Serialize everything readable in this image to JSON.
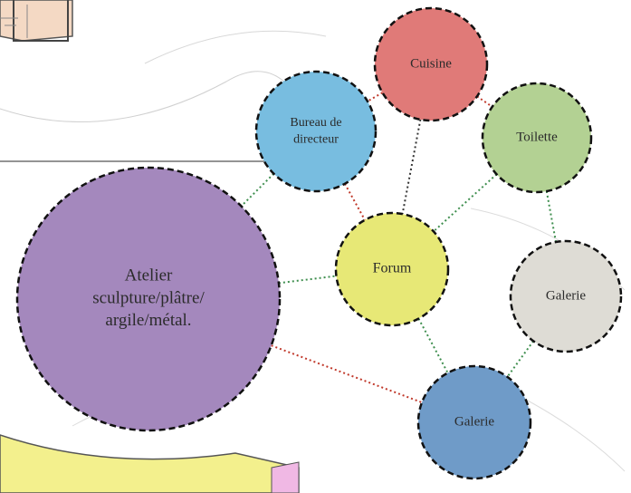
{
  "diagram": {
    "nodes": [
      {
        "id": "cuisine",
        "lines": [
          "Cuisine"
        ],
        "color": "#e07a78"
      },
      {
        "id": "bureau",
        "lines": [
          "Bureau de",
          "directeur"
        ],
        "color": "#78bde0"
      },
      {
        "id": "toilette",
        "lines": [
          "Toilette"
        ],
        "color": "#b3d193"
      },
      {
        "id": "atelier",
        "lines": [
          "Atelier",
          "sculpture/plâtre/",
          "argile/métal."
        ],
        "color": "#a488bd"
      },
      {
        "id": "forum",
        "lines": [
          "Forum"
        ],
        "color": "#e7e876"
      },
      {
        "id": "galerie-right",
        "lines": [
          "Galerie"
        ],
        "color": "#dedcd5"
      },
      {
        "id": "galerie-bottom",
        "lines": [
          "Galerie"
        ],
        "color": "#6f9bc8"
      }
    ],
    "edges": [
      {
        "from": "cuisine",
        "to": "bureau",
        "color": "#c0392b"
      },
      {
        "from": "cuisine",
        "to": "toilette",
        "color": "#c0392b"
      },
      {
        "from": "cuisine",
        "to": "forum",
        "color": "#333333"
      },
      {
        "from": "bureau",
        "to": "forum",
        "color": "#c0392b"
      },
      {
        "from": "bureau",
        "to": "atelier",
        "color": "#3f8f4f"
      },
      {
        "from": "toilette",
        "to": "forum",
        "color": "#3f8f4f"
      },
      {
        "from": "toilette",
        "to": "galerie-right",
        "color": "#3f8f4f"
      },
      {
        "from": "atelier",
        "to": "forum",
        "color": "#3f8f4f"
      },
      {
        "from": "atelier",
        "to": "galerie-bottom",
        "color": "#c0392b"
      },
      {
        "from": "forum",
        "to": "galerie-bottom",
        "color": "#3f8f4f"
      },
      {
        "from": "galerie-right",
        "to": "galerie-bottom",
        "color": "#3f8f4f"
      }
    ]
  }
}
